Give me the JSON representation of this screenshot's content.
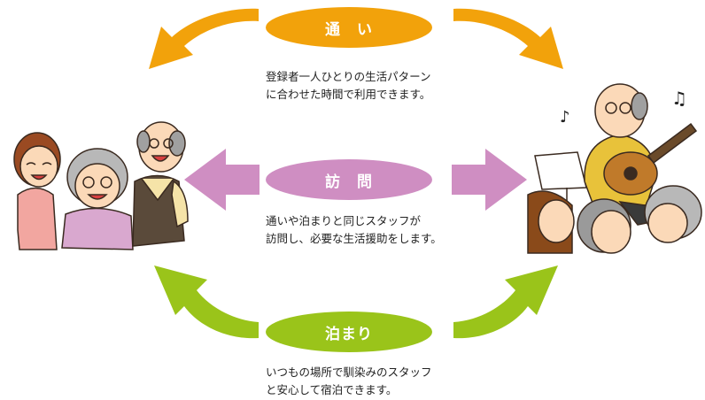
{
  "services": [
    {
      "label": "通　い",
      "color": "#f2a20b",
      "lines": [
        "登録者一人ひとりの生活パターン",
        "に合わせた時間で利用できます。"
      ]
    },
    {
      "label": "訪　問",
      "color": "#cf8ec2",
      "lines": [
        "通いや泊まりと同じスタッフが",
        "訪問し、必要な生活援助をします。"
      ]
    },
    {
      "label": "泊まり",
      "color": "#9ac41a",
      "lines": [
        "いつもの場所で馴染みのスタッフ",
        "と安心して宿泊できます。"
      ]
    }
  ],
  "illustrations": {
    "left": "family-of-three-smiling",
    "right": "elderly-man-playing-guitar-for-audience"
  }
}
